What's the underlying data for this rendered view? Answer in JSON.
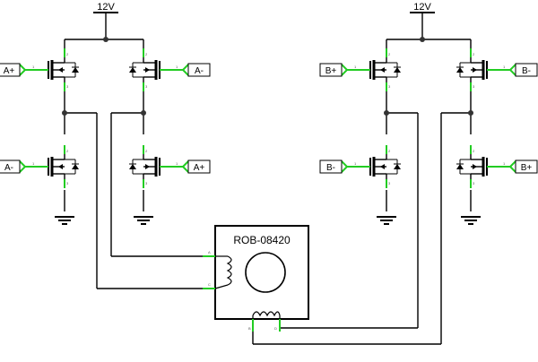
{
  "power": {
    "label": "12V"
  },
  "signals": {
    "a_plus": "A+",
    "a_minus": "A-",
    "b_plus": "B+",
    "b_minus": "B-"
  },
  "motor": {
    "part": "ROB-08420",
    "pins": {
      "a": "A",
      "c": "C",
      "b": "B",
      "d": "D"
    }
  },
  "pin_numbers": {
    "gate": "1",
    "drain": "2",
    "source": "3"
  },
  "colors": {
    "wire": "#000000",
    "pin_lead": "#22cc22",
    "connector_fill": "#c8e8c8",
    "body_stroke": "#000000"
  }
}
